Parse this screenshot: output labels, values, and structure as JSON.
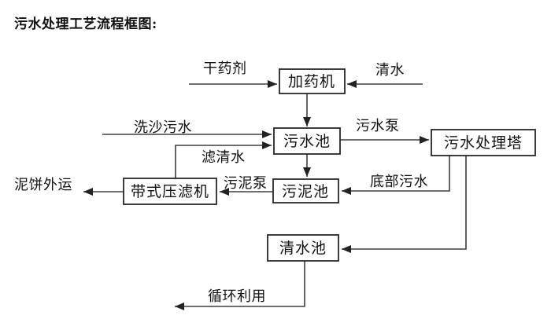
{
  "title": "污水处理工艺流程框图:",
  "diagram": {
    "nodes": {
      "dosing_machine": {
        "label": "加药机"
      },
      "sewage_pool": {
        "label": "污水池"
      },
      "treatment_tower": {
        "label": "污水处理塔"
      },
      "sludge_pool": {
        "label": "污泥池"
      },
      "belt_filter_press": {
        "label": "带式压滤机"
      },
      "clean_water_pool": {
        "label": "清水池"
      }
    },
    "flow_labels": {
      "dry_chemical": "干药剂",
      "clean_water": "清水",
      "sand_washing_sewage": "洗沙污水",
      "sewage_pump": "污水泵",
      "filtered_water": "滤清水",
      "mud_cake_outbound": "泥饼外运",
      "sludge_pump": "污泥泵",
      "bottom_sewage": "底部污水",
      "recycling": "循环利用"
    },
    "edges": [
      {
        "from": "干药剂",
        "to": "加药机",
        "label": "干药剂"
      },
      {
        "from": "清水",
        "to": "加药机",
        "label": "清水"
      },
      {
        "from": "加药机",
        "to": "污水池",
        "label": ""
      },
      {
        "from": "洗沙污水",
        "to": "污水池",
        "label": "洗沙污水"
      },
      {
        "from": "带式压滤机",
        "to": "污水池",
        "label": "滤清水"
      },
      {
        "from": "污水池",
        "to": "污水处理塔",
        "label": "污水泵"
      },
      {
        "from": "污水池",
        "to": "污泥池",
        "label": ""
      },
      {
        "from": "污水处理塔",
        "to": "污泥池",
        "label": "底部污水"
      },
      {
        "from": "污泥池",
        "to": "带式压滤机",
        "label": "污泥泵"
      },
      {
        "from": "带式压滤机",
        "to": "泥饼外运",
        "label": "泥饼外运"
      },
      {
        "from": "污水处理塔",
        "to": "清水池",
        "label": ""
      },
      {
        "from": "清水池",
        "to": "循环利用",
        "label": "循环利用"
      }
    ],
    "colors": {
      "background": "#ffffff",
      "line": "#3f3f3f",
      "box_border": "#262626",
      "box_fill": "#ffffff",
      "text": "#111111"
    }
  }
}
